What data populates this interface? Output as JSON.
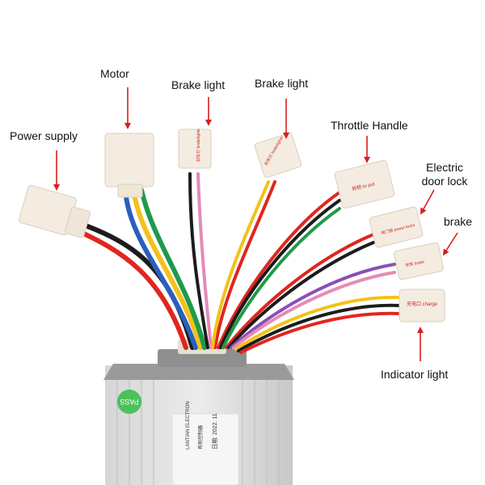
{
  "colors": {
    "arrow": "#d91e1e",
    "housing": "#c9c9c9",
    "housing_fin": "#bdbdbd",
    "cap": "#8f8f8f",
    "connector": "#f4ece0",
    "pass_badge": "#4cc15a",
    "wire_red": "#e0261f",
    "wire_black": "#1c1c1c",
    "wire_yellow": "#f2c21a",
    "wire_blue": "#2a5fbf",
    "wire_green": "#1f9a4a",
    "wire_pink": "#e68ab6",
    "wire_purple": "#8a4fb6",
    "wire_white": "#efefef"
  },
  "labels": {
    "power_supply": "Power supply",
    "motor": "Motor",
    "brake_light_1": "Brake light",
    "brake_light_2": "Brake light",
    "throttle_handle": "Throttle Handle",
    "electric_door_lock": "Electric\ndoor lock",
    "brake": "brake",
    "indicator_light": "Indicator light"
  },
  "connector_tags": {
    "brake_light_1": "刹车灯 brakelights",
    "brake_light_2": "刹车灯 brakelights",
    "throttle": "转把 to put",
    "door_lock": "电门锁 power locks",
    "brake": "刹车 brake",
    "charge": "充电口 charge"
  },
  "controller_plate": {
    "badge": "PASS",
    "line1": "LANTIAN ELECTRON",
    "line2": "有刷控制器",
    "line3": "日期: 2022. 11"
  }
}
